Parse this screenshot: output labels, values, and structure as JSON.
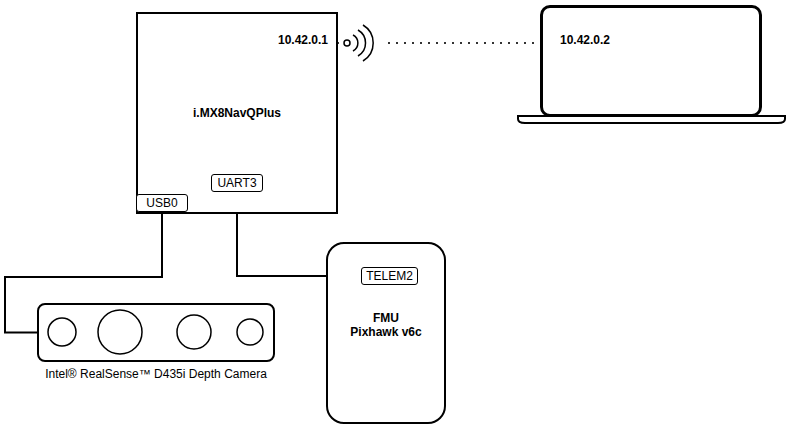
{
  "diagram": {
    "nodes": [
      {
        "text": [
          "10.42.0.1",
          "i.MX8NavQPlus"
        ]
      },
      {
        "text": [
          "UART3"
        ],
        "in": 0
      },
      {
        "text": [
          "USB0"
        ],
        "in": 0
      },
      {
        "text": [
          "10.42.0.2"
        ]
      },
      {
        "text": [
          "FMU Pixhawk v6c"
        ]
      },
      {
        "text": [
          "TELEM2"
        ],
        "in": 4
      },
      {
        "text": [
          "Intel® RealSense™ D435i Depth Camera"
        ]
      }
    ],
    "edges": [
      {
        "from": 0,
        "to": 3,
        "arrow": "none"
      },
      {
        "from": 2,
        "to": 6,
        "arrow": "none"
      },
      {
        "from": 1,
        "to": 5,
        "arrow": "none"
      }
    ]
  }
}
